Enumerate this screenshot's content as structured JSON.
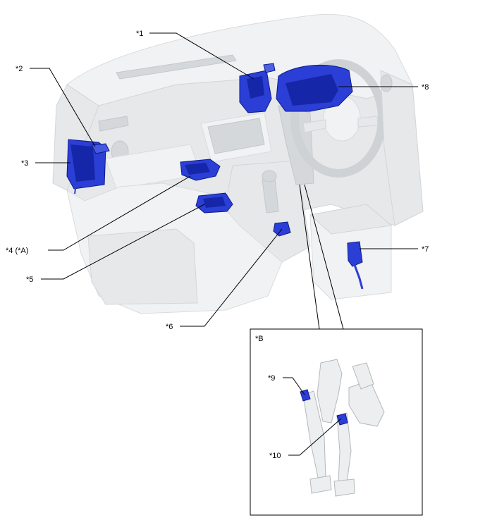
{
  "colors": {
    "component": "#2b3fd6",
    "component_dark": "#1626a8",
    "interior": "#e6e8ea",
    "line": "#000000"
  },
  "callouts": {
    "c1": "*1",
    "c2": "*2",
    "c3": "*3",
    "c4": "*4 (*A)",
    "c5": "*5",
    "c6": "*6",
    "c7": "*7",
    "c8": "*8",
    "c9": "*9",
    "c10": "*10",
    "inset": "*B"
  }
}
